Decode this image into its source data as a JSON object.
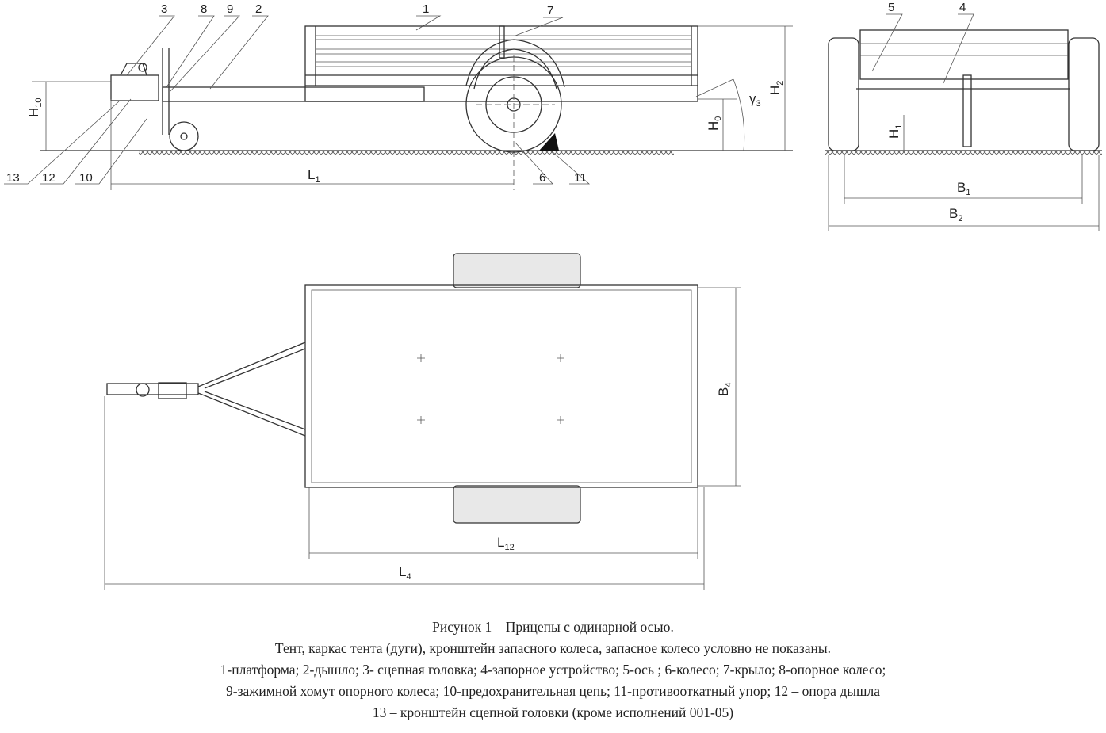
{
  "callouts": {
    "c1": "1",
    "c2": "2",
    "c3": "3",
    "c4": "4",
    "c5": "5",
    "c6": "6",
    "c7": "7",
    "c8": "8",
    "c9": "9",
    "c10": "10",
    "c11": "11",
    "c12": "12",
    "c13": "13"
  },
  "dimensions": {
    "H10": {
      "main": "H",
      "sub": "10"
    },
    "H0": {
      "main": "H",
      "sub": "0"
    },
    "H2": {
      "main": "H",
      "sub": "2"
    },
    "gamma3": {
      "main": "γ",
      "sub": "3"
    },
    "L1": {
      "main": "L",
      "sub": "1"
    },
    "H1": {
      "main": "H",
      "sub": "1"
    },
    "B1": {
      "main": "B",
      "sub": "1"
    },
    "B2": {
      "main": "B",
      "sub": "2"
    },
    "B4": {
      "main": "B",
      "sub": "4"
    },
    "L12": {
      "main": "L",
      "sub": "12"
    },
    "L4": {
      "main": "L",
      "sub": "4"
    }
  },
  "caption": {
    "title": "Рисунок 1 – Прицепы с одинарной осью.",
    "note": "Тент, каркас тента (дуги), кронштейн запасного колеса, запасное колесо условно не показаны.",
    "legend_line1": "1-платформа; 2-дышло; 3- сцепная головка; 4-запорное устройство; 5-ось ; 6-колесо; 7-крыло; 8-опорное колесо;",
    "legend_line2": "9-зажимной хомут опорного колеса; 10-предохранительная цепь; 11-противооткатный упор; 12 – опора дышла",
    "legend_line3": "13 – кронштейн сцепной головки (кроме исполнений 001-05)"
  }
}
